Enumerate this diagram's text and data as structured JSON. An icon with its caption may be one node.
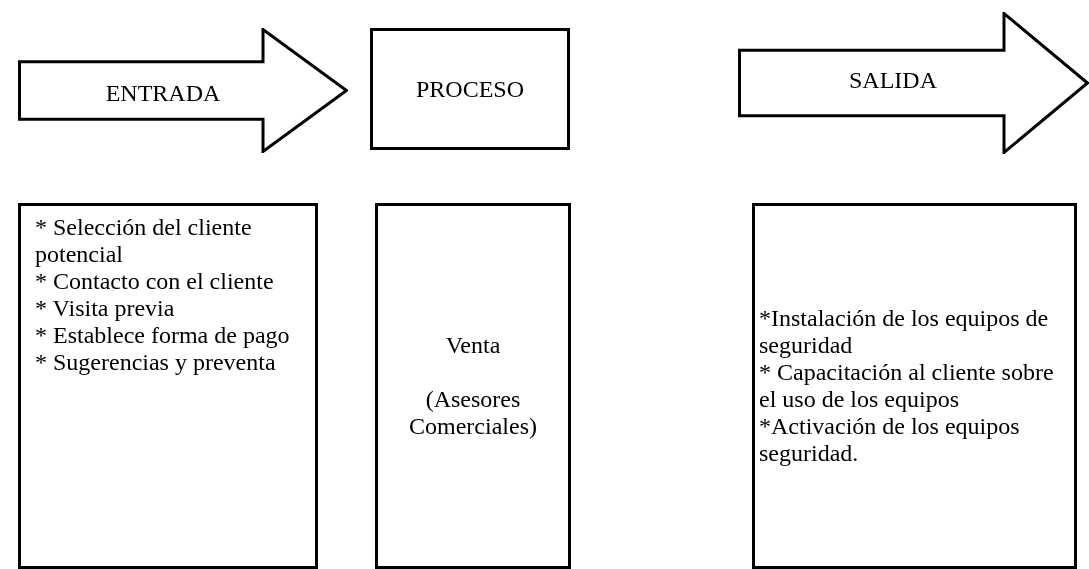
{
  "diagram": {
    "nodes": [
      {
        "text": [
          "ENTRADA"
        ]
      },
      {
        "text": [
          "PROCESO"
        ]
      },
      {
        "text": [
          "SALIDA"
        ]
      },
      {
        "text": [
          "* Selección del cliente potencial",
          "* Contacto con el cliente",
          "* Visita previa",
          "* Establece forma de pago",
          "* Sugerencias y preventa"
        ]
      },
      {
        "text": [
          "Venta",
          "(Asesores Comerciales)"
        ]
      },
      {
        "text": [
          "*Instalación de los equipos de seguridad",
          "* Capacitación al cliente sobre el uso de los equipos",
          "*Activación de los equipos seguridad."
        ]
      }
    ]
  }
}
